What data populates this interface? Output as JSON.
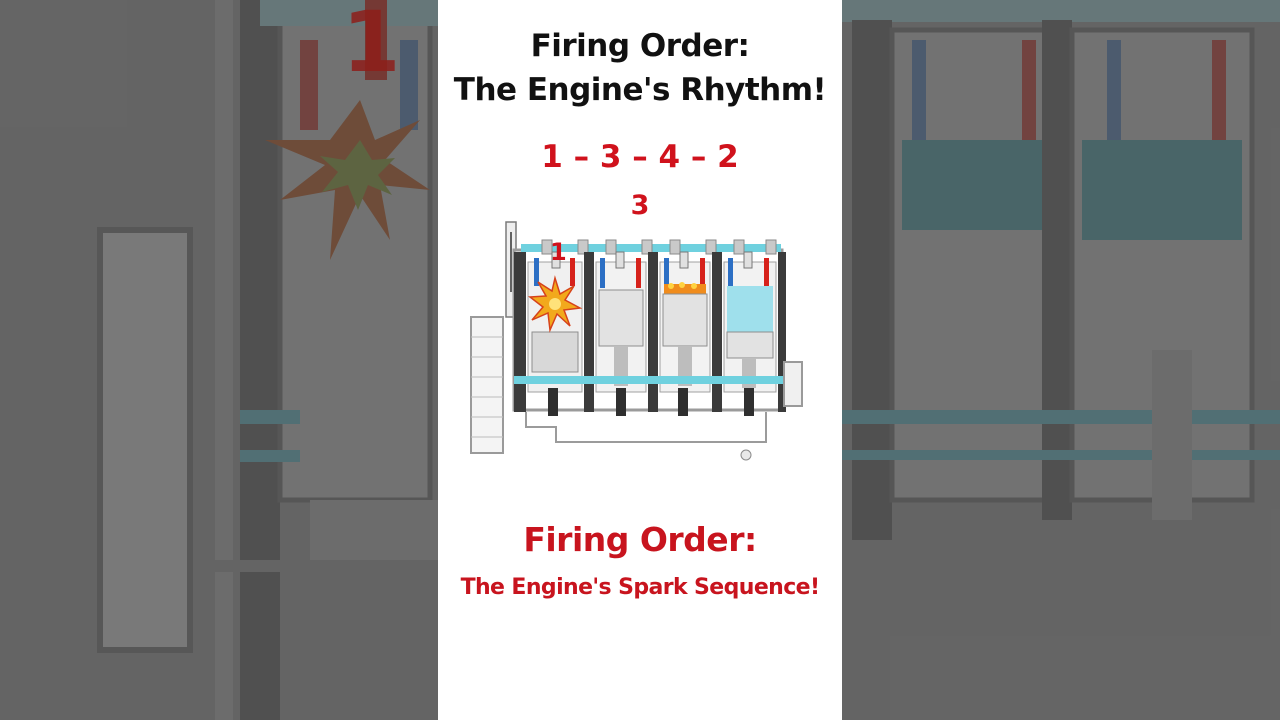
{
  "title": {
    "line1": "Firing Order:",
    "line2": "The Engine's Rhythm!"
  },
  "sequence": "1 – 3 – 4 – 2",
  "current_cylinder": "3",
  "engine": {
    "cylinder_label": "1"
  },
  "background_label": "1",
  "subtitle": {
    "line1": "Firing Order:",
    "line2": "The Engine's Spark Sequence!"
  },
  "colors": {
    "accent": "#d0121c",
    "coolant": "#5fc7d6",
    "spark": "#f2a91c"
  }
}
